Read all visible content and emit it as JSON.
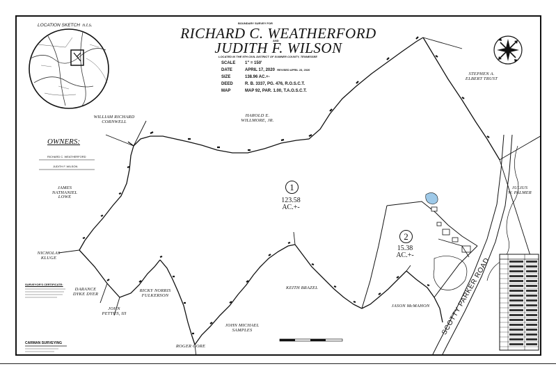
{
  "location_sketch": {
    "label": "LOCATION SKETCH",
    "nts": "n.t.s."
  },
  "title": {
    "kicker": "BOUNDARY SURVEY FOR",
    "name1": "RICHARD C. WEATHERFORD",
    "and": "AND",
    "name2": "JUDITH F. WILSON",
    "location": "LOCATED IN THE 9TH CIVIL DISTRICT OF SUMNER COUNTY, TENNESSEE"
  },
  "info": {
    "rows": [
      {
        "key": "SCALE",
        "value": "1\" = 150'"
      },
      {
        "key": "DATE",
        "value": "APRIL 17, 2020"
      },
      {
        "key": "SIZE",
        "value": "138.96 AC.+-"
      },
      {
        "key": "DEED",
        "value": "R. B. 3337, PG. 476, R.O.S.C.T."
      },
      {
        "key": "MAP",
        "value": "MAP 92, PAR. 1.00, T.A.O.S.C.T."
      }
    ],
    "revised": "REVISED APRIL 23, 2020"
  },
  "owners": {
    "heading": "OWNERS:",
    "line1": "RICHARD C. WEATHERFORD",
    "line2": "JUDITH F. WILSON"
  },
  "parcels": [
    {
      "number": "1",
      "area": "123.58",
      "unit": "AC.+-"
    },
    {
      "number": "2",
      "area": "15.38",
      "unit": "AC.+-"
    }
  ],
  "adjoiners": {
    "cornwell": [
      "WILLIAM RICHARD",
      "CORNWELL"
    ],
    "willmore": [
      "HAROLD E.",
      "WILLMORE, JR."
    ],
    "elbert": [
      "STEPHEN A.",
      "ELBERT TRUST"
    ],
    "lowe": [
      "JAMES",
      "NATHANIEL",
      "LOWE"
    ],
    "kluge": [
      "NICHOLAS",
      "KLUGE"
    ],
    "dyer": [
      "DARANCE",
      "DYKE DYER"
    ],
    "fulkerson": [
      "RICKY NORRIS",
      "FULKERSON"
    ],
    "pettus": [
      "JOHN",
      "PETTUS, III"
    ],
    "samples": [
      "JOHN MICHAEL",
      "SAMPLES"
    ],
    "brazel": [
      "KEITH BRAZEL"
    ],
    "gore": [
      "ROGER GORE"
    ],
    "mcmahon": [
      "JASON McMAHON"
    ],
    "palmer": [
      "JULIUS",
      "W. PALMER"
    ]
  },
  "road": "SCOTTY PARKER ROAD",
  "surveyor_cert": "SURVEYOR'S CERTIFICATE:",
  "firm": "CARMAN SURVEYING"
}
